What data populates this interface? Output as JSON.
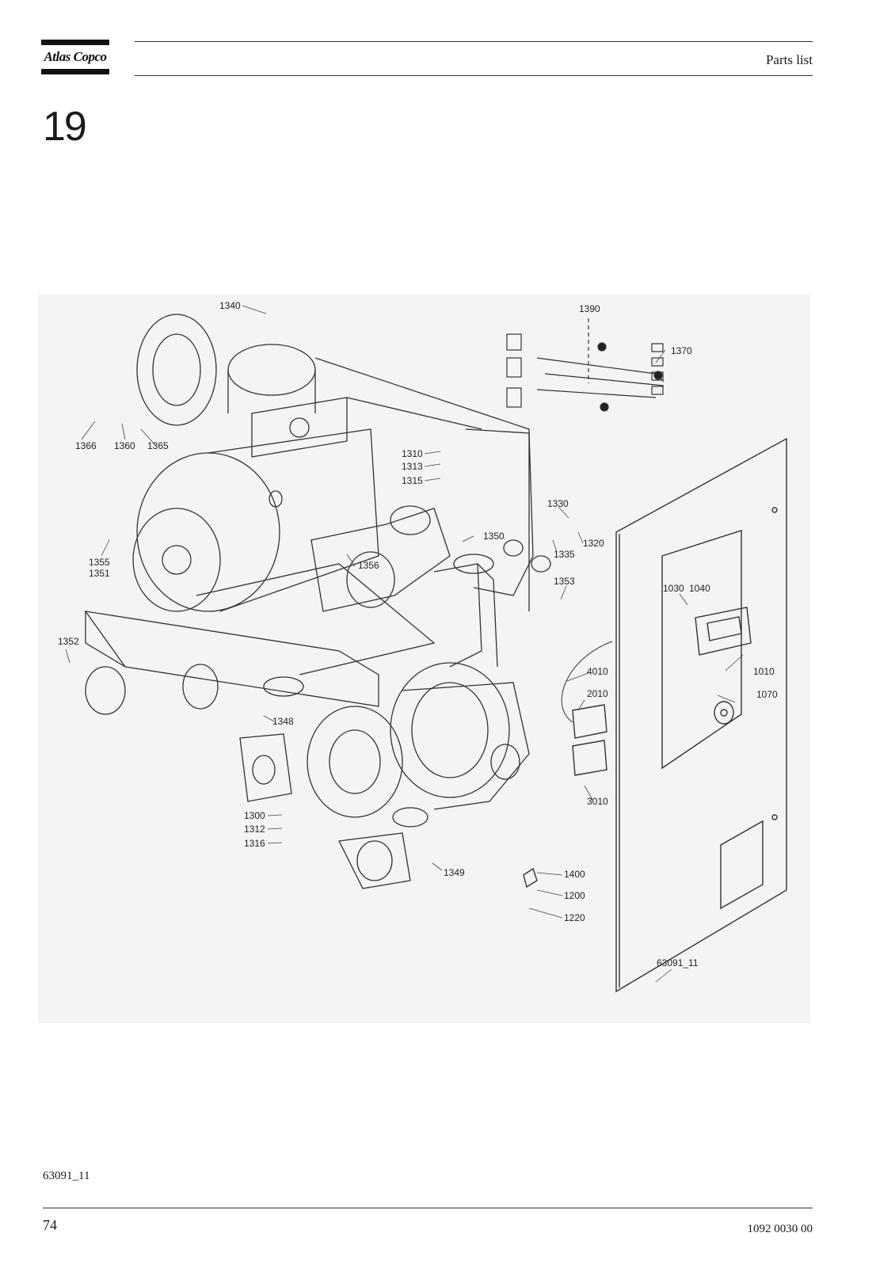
{
  "header": {
    "brand": "Atlas Copco",
    "title": "Parts list"
  },
  "section": {
    "number": "19"
  },
  "drawing": {
    "ref": "63091_11",
    "callouts": [
      {
        "id": "c1340",
        "label": "1340"
      },
      {
        "id": "c1390",
        "label": "1390"
      },
      {
        "id": "c1370",
        "label": "1370"
      },
      {
        "id": "c1366",
        "label": "1366"
      },
      {
        "id": "c1360",
        "label": "1360"
      },
      {
        "id": "c1365",
        "label": "1365"
      },
      {
        "id": "c1310",
        "label": "1310"
      },
      {
        "id": "c1313",
        "label": "1313"
      },
      {
        "id": "c1315",
        "label": "1315"
      },
      {
        "id": "c1330",
        "label": "1330"
      },
      {
        "id": "c1320",
        "label": "1320"
      },
      {
        "id": "c1335",
        "label": "1335"
      },
      {
        "id": "c1350",
        "label": "1350"
      },
      {
        "id": "c1355",
        "label": "1355"
      },
      {
        "id": "c1351",
        "label": "1351"
      },
      {
        "id": "c1356",
        "label": "1356"
      },
      {
        "id": "c1353",
        "label": "1353"
      },
      {
        "id": "c1030",
        "label": "1030"
      },
      {
        "id": "c1040",
        "label": "1040"
      },
      {
        "id": "c1352",
        "label": "1352"
      },
      {
        "id": "c4010",
        "label": "4010"
      },
      {
        "id": "c1010",
        "label": "1010"
      },
      {
        "id": "c2010",
        "label": "2010"
      },
      {
        "id": "c1070",
        "label": "1070"
      },
      {
        "id": "c1348",
        "label": "1348"
      },
      {
        "id": "c3010",
        "label": "3010"
      },
      {
        "id": "c1300",
        "label": "1300"
      },
      {
        "id": "c1312",
        "label": "1312"
      },
      {
        "id": "c1316",
        "label": "1316"
      },
      {
        "id": "c1349",
        "label": "1349"
      },
      {
        "id": "c1400",
        "label": "1400"
      },
      {
        "id": "c1200",
        "label": "1200"
      },
      {
        "id": "c1220",
        "label": "1220"
      }
    ]
  },
  "footer": {
    "figure_code": "63091_11",
    "page_number": "74",
    "document_number": "1092 0030 00"
  }
}
